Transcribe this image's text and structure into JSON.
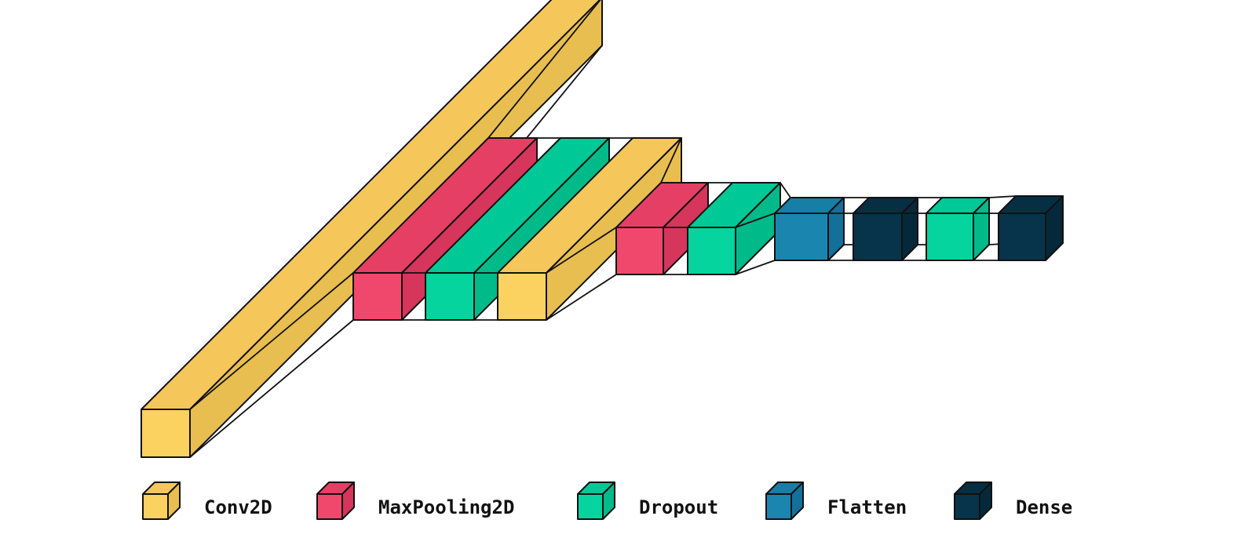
{
  "diagram": {
    "type": "network-architecture",
    "layers": [
      "Conv2D",
      "MaxPooling2D",
      "Dropout",
      "Conv2D",
      "MaxPooling2D",
      "Dropout",
      "Flatten",
      "Dense",
      "Dropout",
      "Dense"
    ]
  },
  "legend": [
    {
      "label": "Conv2D",
      "color": "#fbd160"
    },
    {
      "label": "MaxPooling2D",
      "color": "#f0486c"
    },
    {
      "label": "Dropout",
      "color": "#05d49e"
    },
    {
      "label": "Flatten",
      "color": "#1a86b0"
    },
    {
      "label": "Dense",
      "color": "#07344a"
    }
  ],
  "colors": {
    "Conv2D": {
      "front": "#fbd160",
      "top": "#f5c75a",
      "side": "#e8be50"
    },
    "MaxPooling2D": {
      "front": "#f0486c",
      "top": "#e53f66",
      "side": "#d6355c"
    },
    "Dropout": {
      "front": "#05d49e",
      "top": "#00c896",
      "side": "#00ba8a"
    },
    "Flatten": {
      "front": "#1a86b0",
      "top": "#177ea6",
      "side": "#13709a"
    },
    "Dense": {
      "front": "#07344a",
      "top": "#062f43",
      "side": "#05293b"
    }
  }
}
